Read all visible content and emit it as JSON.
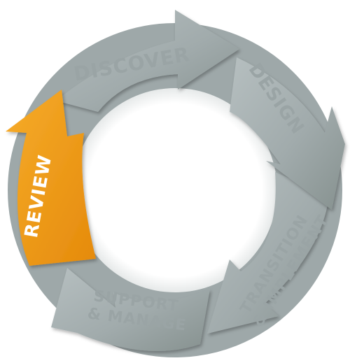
{
  "colors": {
    "segment": "#a2acad",
    "segment_dark": "#7f8a8b",
    "label": "#9aa4a5",
    "active": "#f29b16",
    "active_dark": "#d77d05"
  },
  "stages": {
    "discover": {
      "lines": [
        "DISCOVER"
      ],
      "active": false
    },
    "design": {
      "lines": [
        "DESIGN"
      ],
      "active": false
    },
    "transition": {
      "lines": [
        "TRANSITION",
        "& IMPLEMENT"
      ],
      "active": false
    },
    "support": {
      "lines": [
        "SUPPORT",
        "& MANAGE"
      ],
      "active": false
    },
    "review": {
      "lines": [
        "REVIEW"
      ],
      "active": true
    }
  }
}
